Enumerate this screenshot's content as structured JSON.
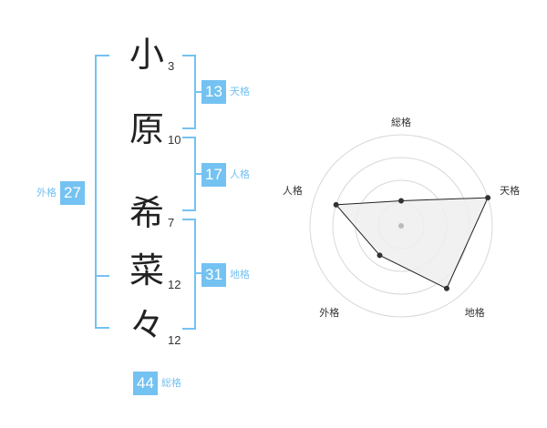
{
  "name": {
    "characters": [
      {
        "char": "小",
        "strokes": "3"
      },
      {
        "char": "原",
        "strokes": "10"
      },
      {
        "char": "希",
        "strokes": "7"
      },
      {
        "char": "菜",
        "strokes": "12"
      },
      {
        "char": "々",
        "strokes": "12"
      }
    ]
  },
  "fortunes": {
    "tenkaku": {
      "label": "天格",
      "value": "13"
    },
    "jinkaku": {
      "label": "人格",
      "value": "17"
    },
    "chikaku": {
      "label": "地格",
      "value": "31"
    },
    "gaikaku": {
      "label": "外格",
      "value": "27"
    },
    "soukaku": {
      "label": "総格",
      "value": "44"
    }
  },
  "radar_chart": {
    "axes": [
      "総格",
      "天格",
      "地格",
      "外格",
      "人格"
    ],
    "levels": 4,
    "max": 4,
    "values": [
      1.1,
      4.0,
      3.4,
      1.6,
      3.0
    ],
    "colors": {
      "fill": "#eeeeee",
      "stroke": "#222222",
      "grid": "#d8d8d8",
      "point": "#333333",
      "center": "#bbbbbb"
    }
  },
  "colors": {
    "accent": "#74c2f2",
    "text": "#222222"
  }
}
